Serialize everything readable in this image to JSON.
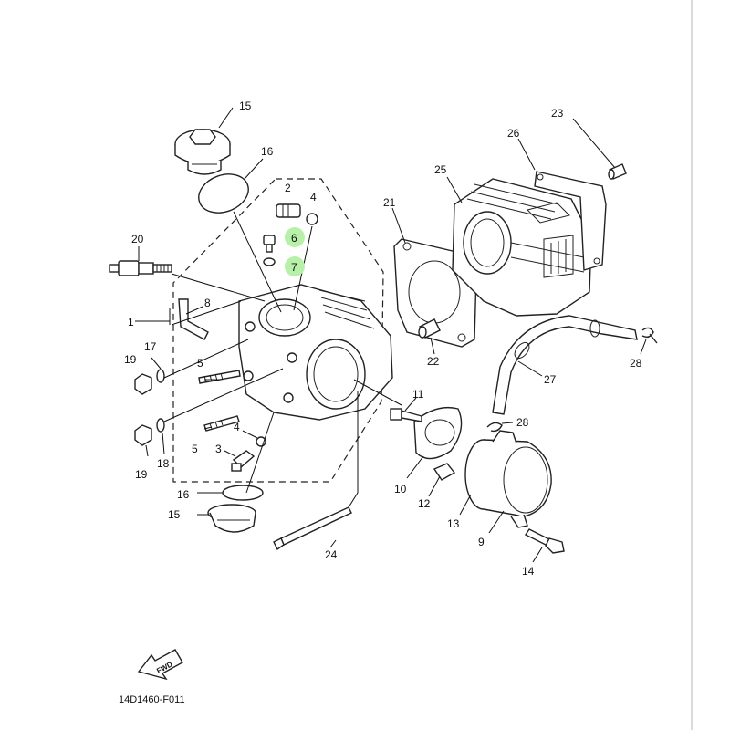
{
  "diagram": {
    "code": "14D1460-F011",
    "fwd": "FWD",
    "highlight_color": "#b7f0a8",
    "labels": [
      {
        "id": "p15a",
        "text": "15"
      },
      {
        "id": "p16a",
        "text": "16"
      },
      {
        "id": "p2",
        "text": "2"
      },
      {
        "id": "p4a",
        "text": "4"
      },
      {
        "id": "p6",
        "text": "6"
      },
      {
        "id": "p7",
        "text": "7"
      },
      {
        "id": "p20",
        "text": "20"
      },
      {
        "id": "p8",
        "text": "8"
      },
      {
        "id": "p1",
        "text": "1"
      },
      {
        "id": "p17",
        "text": "17"
      },
      {
        "id": "p19a",
        "text": "19"
      },
      {
        "id": "p5a",
        "text": "5"
      },
      {
        "id": "p4b",
        "text": "4"
      },
      {
        "id": "p5b",
        "text": "5"
      },
      {
        "id": "p3",
        "text": "3"
      },
      {
        "id": "p19b",
        "text": "19"
      },
      {
        "id": "p18",
        "text": "18"
      },
      {
        "id": "p16b",
        "text": "16"
      },
      {
        "id": "p15b",
        "text": "15"
      },
      {
        "id": "p24",
        "text": "24"
      },
      {
        "id": "p11",
        "text": "11"
      },
      {
        "id": "p10",
        "text": "10"
      },
      {
        "id": "p12",
        "text": "12"
      },
      {
        "id": "p28a",
        "text": "28"
      },
      {
        "id": "p13",
        "text": "13"
      },
      {
        "id": "p9",
        "text": "9"
      },
      {
        "id": "p14",
        "text": "14"
      },
      {
        "id": "p21",
        "text": "21"
      },
      {
        "id": "p22",
        "text": "22"
      },
      {
        "id": "p25",
        "text": "25"
      },
      {
        "id": "p26",
        "text": "26"
      },
      {
        "id": "p23",
        "text": "23"
      },
      {
        "id": "p27",
        "text": "27"
      },
      {
        "id": "p28b",
        "text": "28"
      }
    ]
  }
}
